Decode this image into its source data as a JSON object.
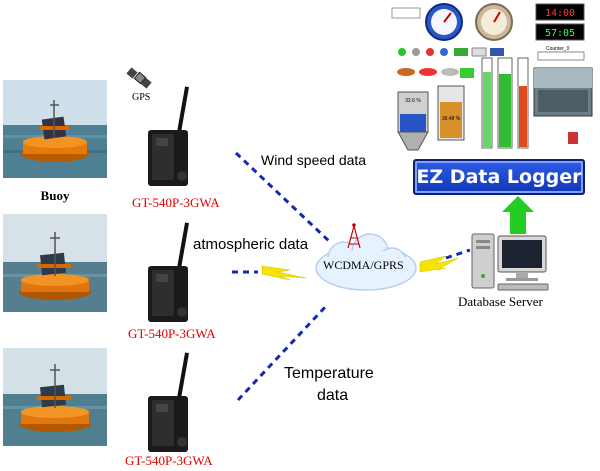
{
  "buoy_label": "Buoy",
  "gps_label": "GPS",
  "device_labels": [
    "GT-540P-3GWA",
    "GT-540P-3GWA",
    "GT-540P-3GWA"
  ],
  "data_labels": {
    "wind": "Wind speed data",
    "atmospheric": "atmospheric data",
    "temperature_line1": "Temperature",
    "temperature_line2": "data"
  },
  "network_label": "WCDMA/GPRS",
  "server_label": "Database  Server",
  "logger_label": "EZ Data Logger",
  "dashboard": {
    "tank_percent": "32.6 %",
    "tank2_percent": "36.48 %",
    "counter_label": "Counter_0",
    "clock_top": "14:00",
    "clock_bottom": "57:05"
  },
  "colors": {
    "device_label": "#e00000",
    "link_dash": "#1428b4",
    "lightning": "#f4e400",
    "logger_bar": "#1f47d6",
    "arrow": "#22cc22"
  }
}
